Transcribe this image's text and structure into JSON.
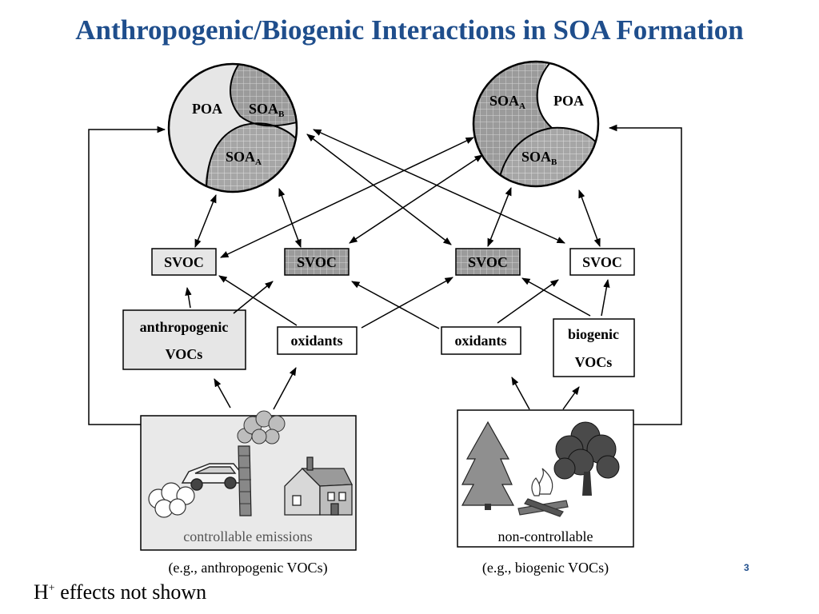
{
  "title": "Anthropogenic/Biogenic Interactions in SOA Formation",
  "left_particle": {
    "poa": "POA",
    "soa_b_main": "SOA",
    "soa_b_sub": "B",
    "soa_a_main": "SOA",
    "soa_a_sub": "A"
  },
  "right_particle": {
    "poa": "POA",
    "soa_a_main": "SOA",
    "soa_a_sub": "A",
    "soa_b_main": "SOA",
    "soa_b_sub": "B"
  },
  "svoc_boxes": [
    "SVOC",
    "SVOC",
    "SVOC",
    "SVOC"
  ],
  "anthropogenic_vocs": [
    "anthropogenic",
    "VOCs"
  ],
  "biogenic_vocs": [
    "biogenic",
    "VOCs"
  ],
  "oxidants_left": "oxidants",
  "oxidants_right": "oxidants",
  "controllable_caption": "controllable emissions",
  "noncontrollable_caption": "non-controllable",
  "example_left": "(e.g., anthropogenic VOCs)",
  "example_right": "(e.g., biogenic VOCs)",
  "page_number": "3",
  "note_main": "H",
  "note_sup": "+",
  "note_rest": " effects not shown",
  "colors": {
    "title": "#1f4e8c",
    "light_fill": "#e6e6e6",
    "hatch_fill": "#9b9b9b",
    "white": "#ffffff"
  }
}
